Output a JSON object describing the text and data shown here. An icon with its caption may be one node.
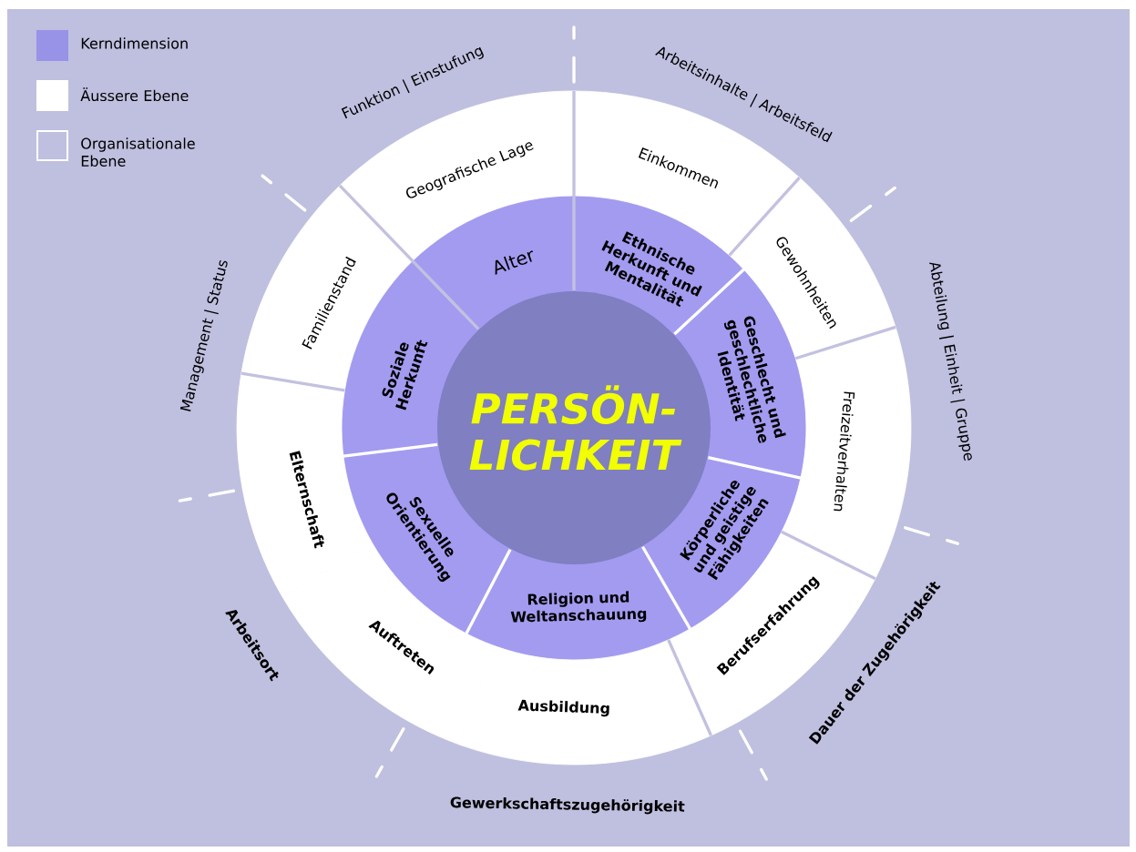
{
  "diagram": {
    "nodes": [
      {
        "text": [
          "PERSÖN- LICHKEIT"
        ]
      },
      {
        "text": [
          "Alter"
        ]
      },
      {
        "text": [
          "Ethnische Herkunft und Mentalität"
        ]
      },
      {
        "text": [
          "Geschlecht und geschlechtliche Identität"
        ]
      },
      {
        "text": [
          "Körperliche und geistige Fähigkeiten"
        ]
      },
      {
        "text": [
          "Religion und Weltanschauung"
        ]
      },
      {
        "text": [
          "Sexuelle Orientierung"
        ]
      },
      {
        "text": [
          "Soziale Herkunft"
        ]
      },
      {
        "text": [
          "Geografische Lage"
        ]
      },
      {
        "text": [
          "Einkommen"
        ]
      },
      {
        "text": [
          "Gewohnheiten"
        ]
      },
      {
        "text": [
          "Freizeitverhalten"
        ]
      },
      {
        "text": [
          "Berufserfahrung"
        ]
      },
      {
        "text": [
          "Ausbildung"
        ]
      },
      {
        "text": [
          "Auftreten"
        ]
      },
      {
        "text": [
          "Elternschaft"
        ]
      },
      {
        "text": [
          "Familienstand"
        ]
      }
    ],
    "labels": [
      "Funktion | Einstufung",
      "Arbeitsinhalte | Arbeitsfeld",
      "Abteilung | Einheit | Gruppe",
      "Dauer der Zugehörigkeit",
      "Gewerkschaftszugehörigkeit",
      "Arbeitsort",
      "Management | Status"
    ],
    "legend": [
      {
        "text": "Kerndimension",
        "color": "#9893e6"
      },
      {
        "text": "Äussere Ebene",
        "color": "#ffffff"
      },
      {
        "text": "Organisationale Ebene"
      }
    ]
  }
}
